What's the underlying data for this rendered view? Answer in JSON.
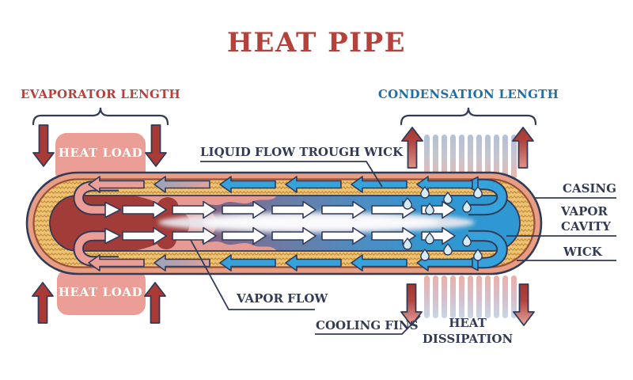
{
  "title": "HEAT PIPE",
  "section_headers": {
    "evaporator_length": "EVAPORATOR LENGTH",
    "condensation_length": "CONDENSATION LENGTH"
  },
  "annotations": {
    "heat_load_top": "HEAT LOAD",
    "heat_load_bottom": "HEAT LOAD",
    "liquid_flow_trough_wick": "LIQUID FLOW TROUGH WICK",
    "vapor_flow": "VAPOR FLOW",
    "cooling_fins": "COOLING FINS",
    "heat_dissipation": "HEAT DISSIPATION"
  },
  "part_labels": {
    "casing": "CASING",
    "vapor_cavity": "VAPOR CAVITY",
    "wick": "WICK"
  },
  "colors": {
    "title_red": "#b5413d",
    "label_navy": "#323a54",
    "condensation_blue": "#1e6fa5",
    "heat_load_pink": "#eb9e95",
    "hot_arrow_red": "#a93a36",
    "casing_salmon": "#e79e84",
    "wick_tan": "#eec374",
    "liquid_arrow_pink": "#ec9e96",
    "liquid_arrow_blue": "#35a2dc",
    "vapor_cavity_blue": "#2f97d1",
    "evaporator_hot_red": "#a23c38"
  }
}
